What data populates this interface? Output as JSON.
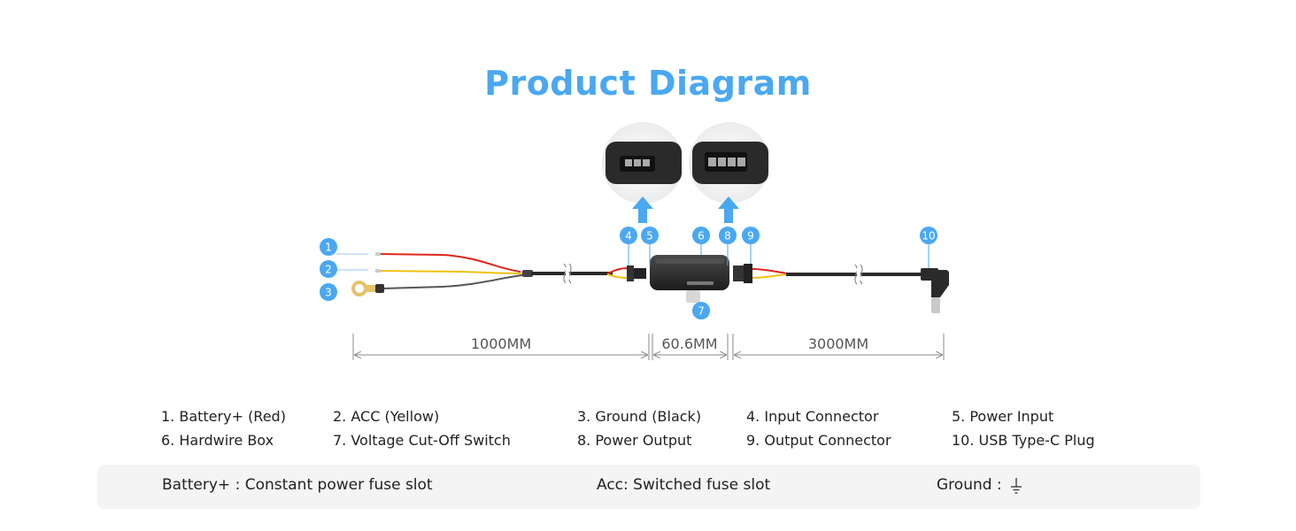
{
  "title": "Product Diagram",
  "callouts": [
    "1",
    "2",
    "3",
    "4",
    "5",
    "6",
    "7",
    "8",
    "9",
    "10"
  ],
  "dimensions": {
    "left": "1000MM",
    "middle": "60.6MM",
    "right": "3000MM"
  },
  "legend": [
    "1. Battery+ (Red)",
    "2. ACC (Yellow)",
    "3. Ground (Black)",
    "4. Input Connector",
    "5. Power Input",
    "6. Hardwire Box",
    "7. Voltage Cut-Off Switch",
    "8. Power Output",
    "9. Output Connector",
    "10. USB Type-C Plug"
  ],
  "fuse_notes": {
    "battery": "Battery+ : Constant power fuse slot",
    "acc": "Acc: Switched fuse slot",
    "ground": "Ground :"
  },
  "colors": {
    "accent": "#4aa8f0",
    "wire_red": "#e0241b",
    "wire_yellow": "#f2c10f",
    "wire_black": "#444444"
  }
}
